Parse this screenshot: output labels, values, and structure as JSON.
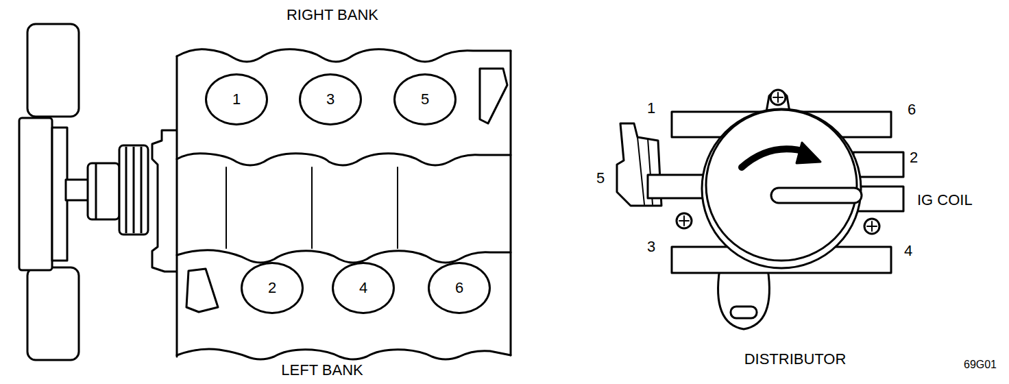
{
  "diagram": {
    "nodes": [
      {
        "text": [
          "RIGHT BANK",
          "LEFT BANK"
        ]
      },
      {
        "text": [
          "1"
        ],
        "in": 0
      },
      {
        "text": [
          "3"
        ],
        "in": 0
      },
      {
        "text": [
          "5"
        ],
        "in": 0
      },
      {
        "text": [
          "2"
        ],
        "in": 0
      },
      {
        "text": [
          "4"
        ],
        "in": 0
      },
      {
        "text": [
          "6"
        ],
        "in": 0
      },
      {
        "text": [
          "DISTRIBUTOR"
        ]
      }
    ],
    "labels": [
      "1",
      "6",
      "5",
      "2",
      "IG COIL",
      "3",
      "4",
      "69G01"
    ]
  }
}
